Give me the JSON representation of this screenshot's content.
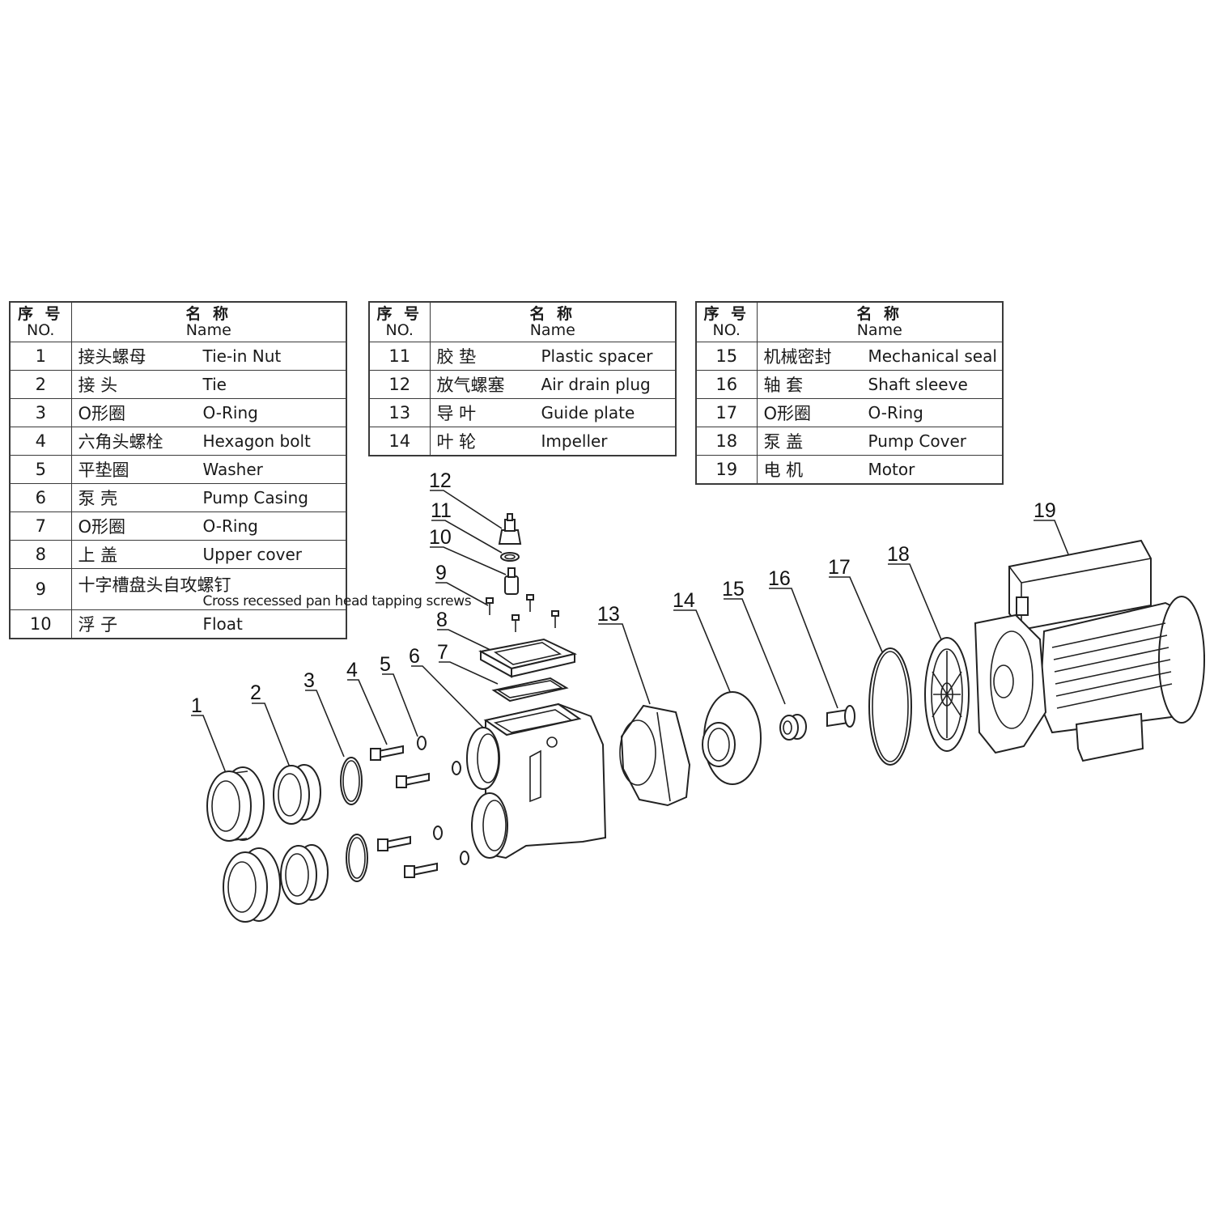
{
  "header": {
    "no_cn": "序 号",
    "no_en": "NO.",
    "name_cn": "名 称",
    "name_en": "Name"
  },
  "tables": [
    {
      "rows": [
        {
          "no": "1",
          "cn": "接头螺母",
          "en": "Tie-in Nut"
        },
        {
          "no": "2",
          "cn": "接 头",
          "en": "Tie"
        },
        {
          "no": "3",
          "cn": "O形圈",
          "en": "O-Ring"
        },
        {
          "no": "4",
          "cn": "六角头螺栓",
          "en": "Hexagon bolt"
        },
        {
          "no": "5",
          "cn": "平垫圈",
          "en": "Washer"
        },
        {
          "no": "6",
          "cn": "泵 壳",
          "en": "Pump Casing"
        },
        {
          "no": "7",
          "cn": "O形圈",
          "en": "O-Ring"
        },
        {
          "no": "8",
          "cn": "上 盖",
          "en": "Upper cover"
        },
        {
          "no": "9",
          "cn": "十字槽盘头自攻螺钉",
          "en": "Cross recessed pan head tapping screws"
        },
        {
          "no": "10",
          "cn": "浮 子",
          "en": "Float"
        }
      ]
    },
    {
      "rows": [
        {
          "no": "11",
          "cn": "胶 垫",
          "en": "Plastic spacer"
        },
        {
          "no": "12",
          "cn": "放气螺塞",
          "en": "Air drain plug"
        },
        {
          "no": "13",
          "cn": "导 叶",
          "en": "Guide plate"
        },
        {
          "no": "14",
          "cn": "叶 轮",
          "en": "Impeller"
        }
      ]
    },
    {
      "rows": [
        {
          "no": "15",
          "cn": "机械密封",
          "en": "Mechanical seal"
        },
        {
          "no": "16",
          "cn": "轴 套",
          "en": "Shaft sleeve"
        },
        {
          "no": "17",
          "cn": "O形圈",
          "en": "O-Ring"
        },
        {
          "no": "18",
          "cn": "泵 盖",
          "en": "Pump Cover"
        },
        {
          "no": "19",
          "cn": "电 机",
          "en": "Motor"
        }
      ]
    }
  ],
  "callouts": [
    "1",
    "2",
    "3",
    "4",
    "5",
    "6",
    "7",
    "8",
    "9",
    "10",
    "11",
    "12",
    "13",
    "14",
    "15",
    "16",
    "17",
    "18",
    "19"
  ]
}
